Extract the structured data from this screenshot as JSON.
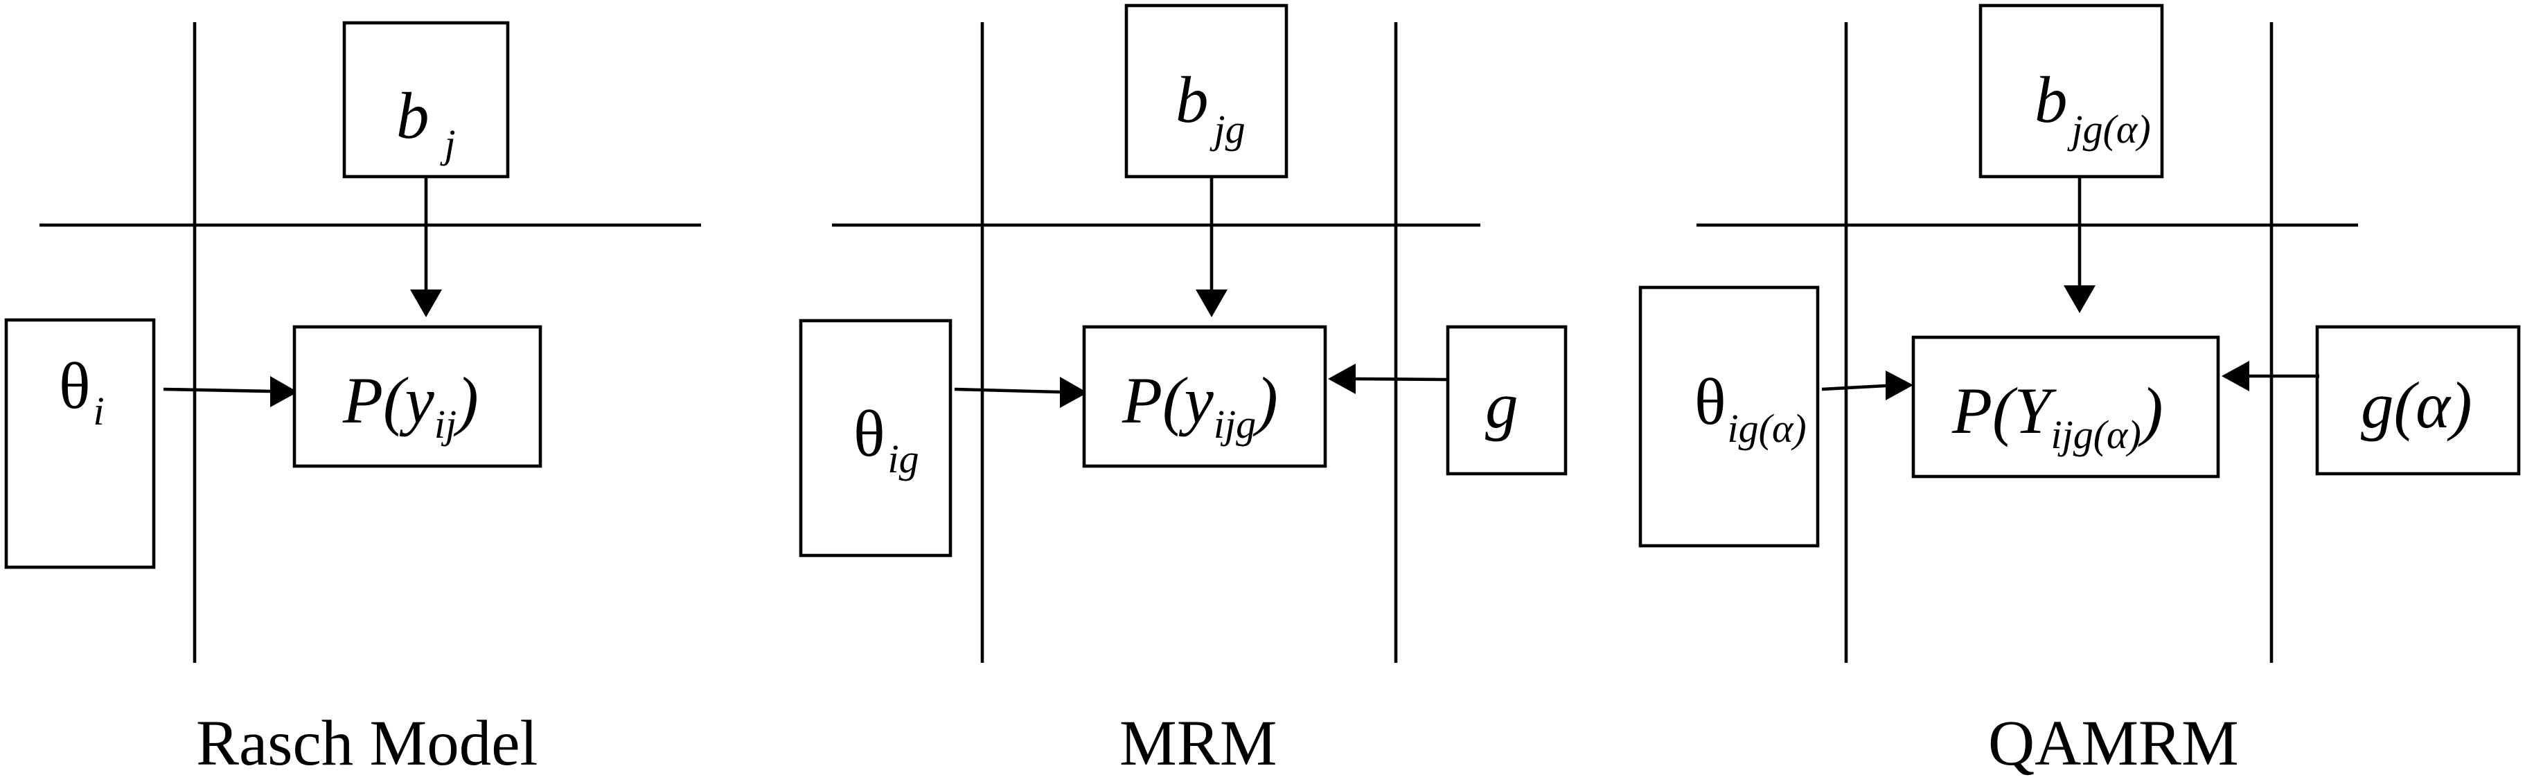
{
  "panels": [
    {
      "caption": "Rasch Model",
      "difficulty": {
        "base": "b",
        "sub": "j"
      },
      "ability": {
        "base": "θ",
        "sub": "i"
      },
      "probability": {
        "prefix": "P(",
        "var": "y",
        "sub": "ij",
        "suffix": ")"
      }
    },
    {
      "caption": "MRM",
      "difficulty": {
        "base": "b",
        "sub": "jg"
      },
      "ability": {
        "base": "θ",
        "sub": "ig"
      },
      "probability": {
        "prefix": "P(",
        "var": "y",
        "sub": "ijg",
        "suffix": ")"
      },
      "group": {
        "label": "g"
      }
    },
    {
      "caption": "QAMRM",
      "difficulty": {
        "base": "b",
        "sub": "jg(α)"
      },
      "ability": {
        "base": "θ",
        "sub": "ig(α)"
      },
      "probability": {
        "prefix": "P(",
        "var": "Y",
        "sub": "ijg(α)",
        "suffix": ")"
      },
      "group": {
        "label": "g(α)"
      }
    }
  ]
}
